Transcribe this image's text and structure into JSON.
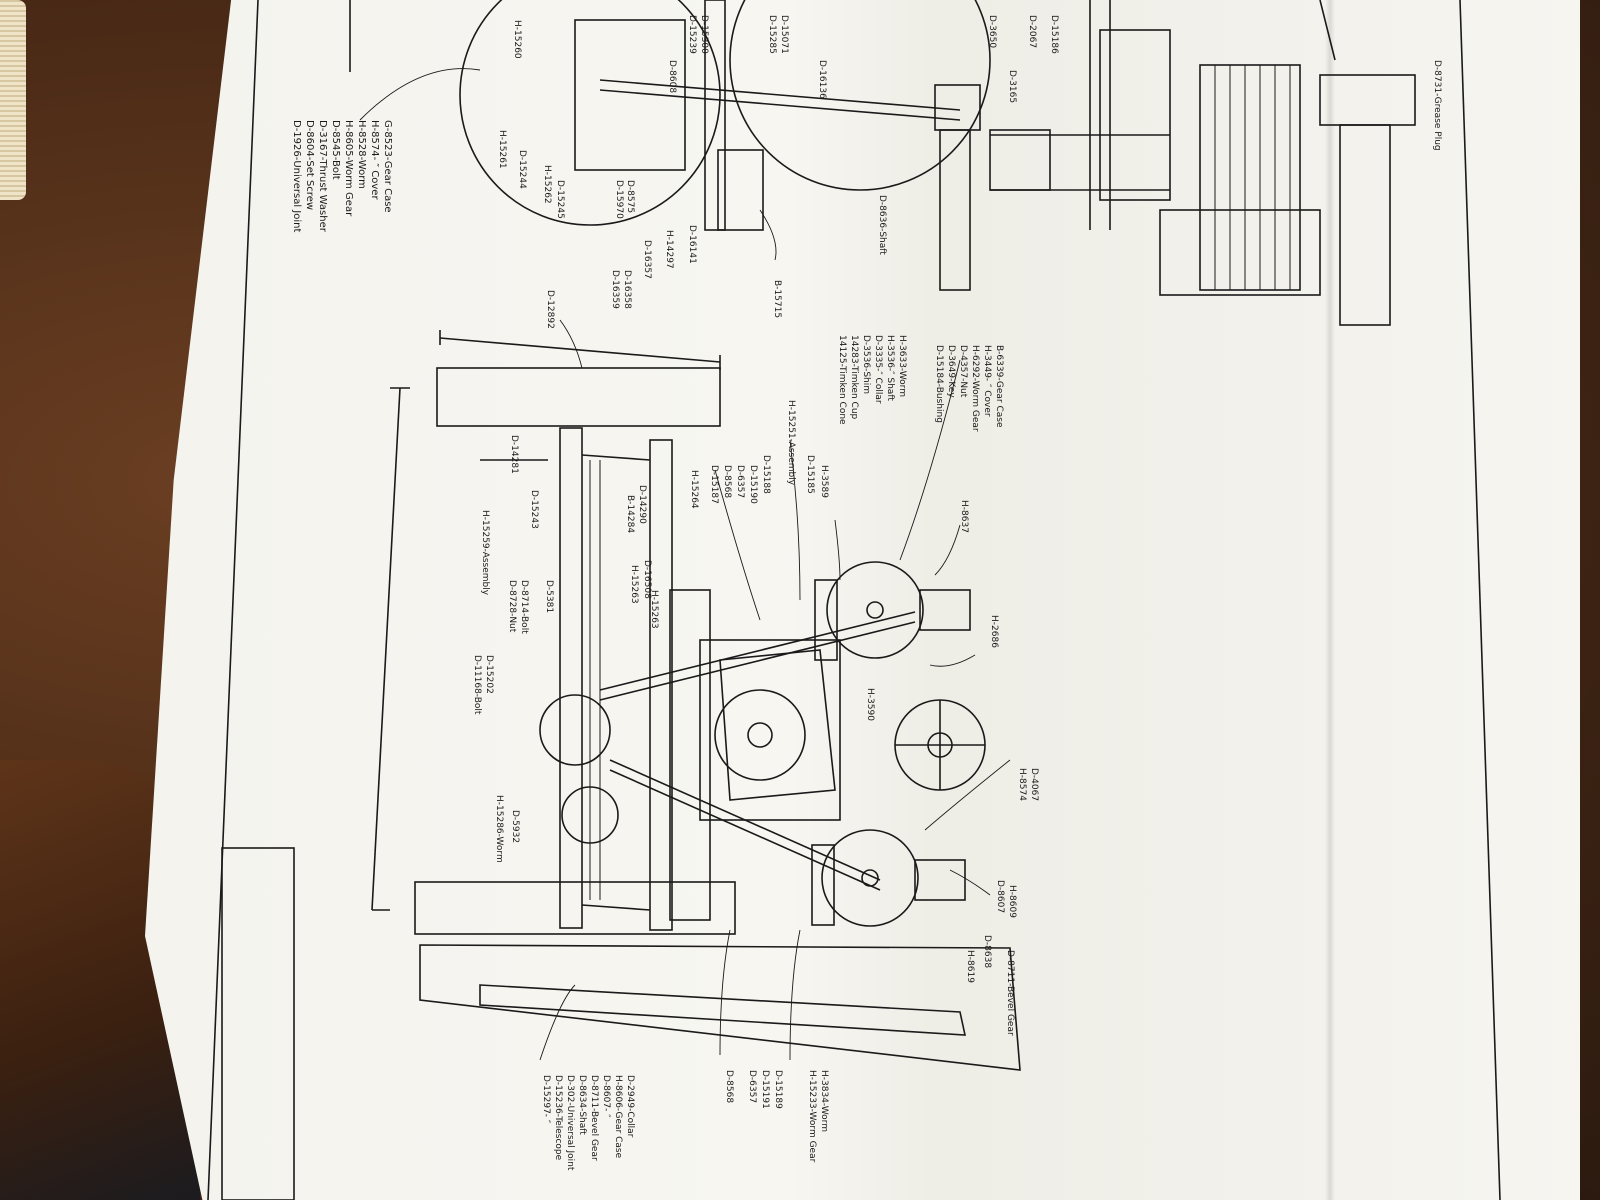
{
  "top_labels": [
    "D-15300",
    "D-15239",
    "D-15071",
    "D-15285",
    "D-8608",
    "D-16136",
    "H-15260",
    "H-15261",
    "H-15262",
    "H-15263",
    "D-15244",
    "D-15245",
    "D-8575",
    "D-15970",
    "H-14297",
    "D-16141",
    "D-16357",
    "D-16358",
    "D-16359",
    "B-15715",
    "D-3650",
    "D-3165",
    "D-8636-Shaft",
    "D-15186",
    "D-2067",
    "D-8731-Grease Plug"
  ],
  "left_legend": [
    "G-8523-Gear Case",
    "H-8574- ″ Cover",
    "H-8528-Worm",
    "H-8605-Worm Gear",
    "D-8545-Bolt",
    "D-3167-Thrust Washer",
    "D-8604-Set Screw",
    "D-1926-Universal Joint"
  ],
  "mid_legend": [
    "B-6339-Gear Case",
    "H-3449- ″ Cover",
    "H-6292-Worm Gear",
    "D-4357-Nut",
    "D-3649-Key",
    "D-15184-Bushing",
    "H-3633-Worm",
    "H-3536-″ Shaft",
    "D-3335-″ Collar",
    "D-3536-Shim",
    "14283-Timken Cup",
    "14125-Timken Cone"
  ],
  "main_labels": [
    "D-12892",
    "D-14281",
    "D-14290",
    "B-14284",
    "D-15243",
    "H-15259-Assembly",
    "D-16508",
    "H-15263",
    "D-5381",
    "D-8714-Bolt",
    "D-8728-Nut",
    "D-15202",
    "D-11168-Bolt",
    "H-15264",
    "D-15187",
    "D-8568",
    "D-6357",
    "D-15190",
    "D-15188",
    "H-15251-Assembly",
    "D-15185",
    "H-3589",
    "H-8637",
    "H-2686",
    "H-3590",
    "D-4067",
    "H-8574",
    "H-8609",
    "D-8607",
    "D-8638",
    "D-8711-Bevel Gear",
    "H-8619",
    "H-15286-Worm",
    "D-5932"
  ],
  "bottom_labels": [
    "D-8568",
    "D-6357",
    "D-15191",
    "D-15189",
    "H-3834-Worm",
    "H-15233-Worm Gear"
  ],
  "bottom_legend": [
    "D-2949-Collar",
    "H-8606-Gear Case",
    "D-8607- ″",
    "D-8711-Bevel Gear",
    "D-8634-Shaft",
    "D-302-Universal Joint",
    "D-15236-Telescope",
    "D-15297- ″"
  ]
}
